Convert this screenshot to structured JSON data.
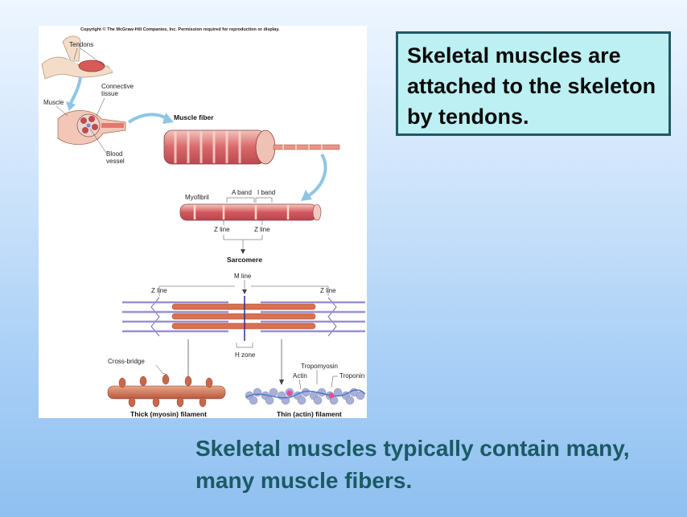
{
  "slide": {
    "callout_text": "Skeletal muscles are attached to the skeleton by tendons.",
    "caption_text": "Skeletal muscles typically contain many, many muscle fibers."
  },
  "figure": {
    "copyright": "Copyright © The McGraw-Hill Companies, Inc. Permission required for reproduction or display.",
    "labels": {
      "tendons": "Tendons",
      "connective_tissue_1": "Connective",
      "connective_tissue_2": "tissue",
      "muscle": "Muscle",
      "blood_vessel_1": "Blood",
      "blood_vessel_2": "vessel",
      "muscle_fiber": "Muscle fiber",
      "myofibril": "Myofibril",
      "a_band": "A band",
      "i_band": "I band",
      "z_line_1": "Z line",
      "z_line_2": "Z line",
      "sarcomere": "Sarcomere",
      "m_line": "M line",
      "z_line_3": "Z line",
      "z_line_4": "Z line",
      "h_zone": "H zone",
      "cross_bridge": "Cross-bridge",
      "tropomyosin": "Tropomyosin",
      "actin": "Actin",
      "troponin": "Troponin",
      "thick_filament": "Thick (myosin) filament",
      "thin_filament": "Thin (actin) filament"
    },
    "colors": {
      "muscle_red": "#c9545a",
      "muscle_light": "#f0b8b0",
      "actin_blue": "#8a93c8",
      "arrow_blue": "#8ec6e6",
      "troponin_pink": "#e0509a"
    }
  }
}
